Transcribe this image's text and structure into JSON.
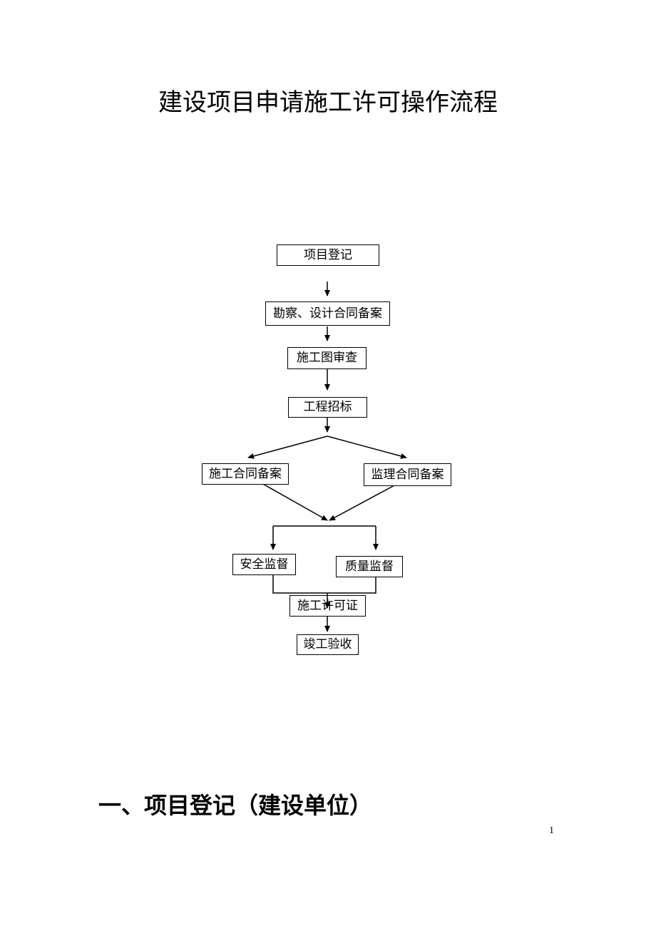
{
  "document": {
    "title": "建设项目申请施工许可操作流程",
    "section_heading": "一、项目登记（建设单位）",
    "page_number": "1"
  },
  "flowchart": {
    "steps": {
      "project_registration": "项目登记",
      "survey_design_contract": "勘察、设计合同备案",
      "drawing_review": "施工图审查",
      "project_bidding": "工程招标",
      "construction_contract": "施工合同备案",
      "supervision_contract": "监理合同备案",
      "safety_supervision": "安全监督",
      "quality_supervision": "质量监督",
      "construction_permit": "施工许可证",
      "completion_acceptance": "竣工验收"
    }
  }
}
